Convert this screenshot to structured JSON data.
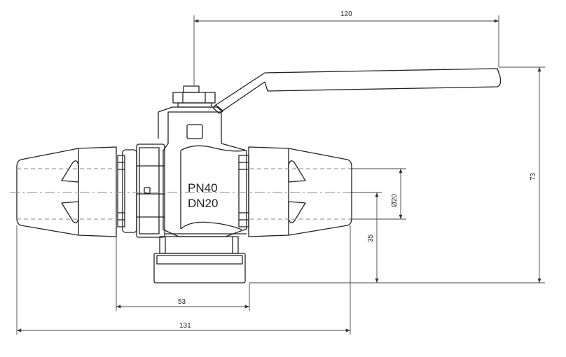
{
  "marking": {
    "line1": "PN40",
    "line2": "DN20"
  },
  "dimensions": {
    "handle_length": "120",
    "overall_length": "131",
    "body_length": "53",
    "total_height": "73",
    "center_to_bottom": "35",
    "bore_diameter": "Ø20"
  },
  "colors": {
    "line": "#222222",
    "dim_line": "#444444",
    "centerline": "#888888"
  }
}
